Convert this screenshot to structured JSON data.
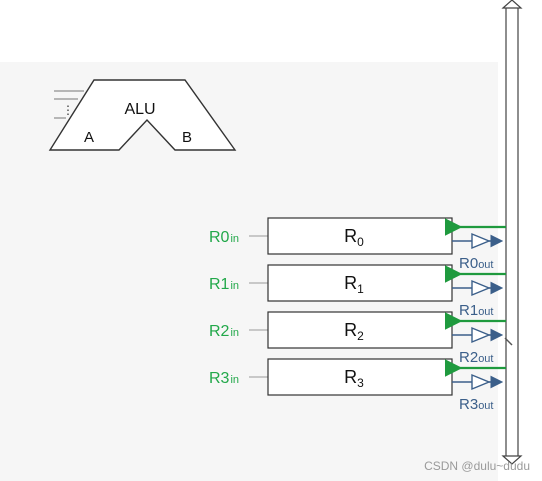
{
  "alu": {
    "label": "ALU",
    "input_a": "A",
    "input_b": "B"
  },
  "registers": [
    {
      "name": "R",
      "sub": "0",
      "in_label": "R0",
      "in_sub": "in",
      "out_label": "R0",
      "out_sub": "out"
    },
    {
      "name": "R",
      "sub": "1",
      "in_label": "R1",
      "in_sub": "in",
      "out_label": "R1",
      "out_sub": "out"
    },
    {
      "name": "R",
      "sub": "2",
      "in_label": "R2",
      "in_sub": "in",
      "out_label": "R2",
      "out_sub": "out"
    },
    {
      "name": "R",
      "sub": "3",
      "in_label": "R3",
      "in_sub": "in",
      "out_label": "R3",
      "out_sub": "out"
    }
  ],
  "watermark": "CSDN @dulu~dudu",
  "colors": {
    "in_green": "#22a84a",
    "out_blue": "#3b5f8a",
    "bus_green": "#1f9a3e",
    "line": "#333333"
  }
}
